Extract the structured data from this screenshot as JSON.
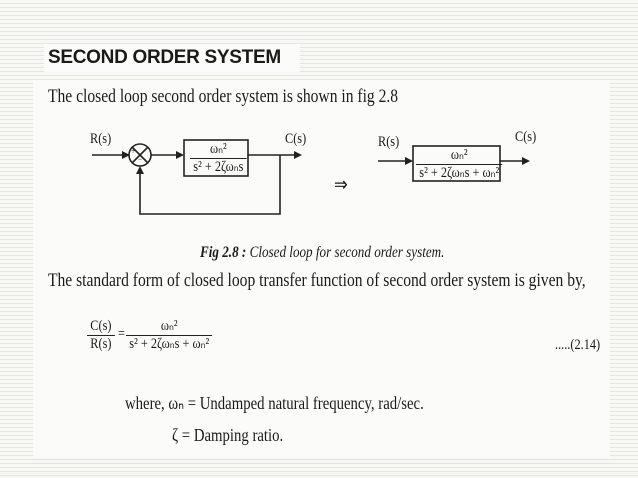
{
  "title": "SECOND ORDER SYSTEM",
  "intro": "The closed loop second order system is shown in fig 2.8",
  "figure": {
    "input_label": "R(s)",
    "output_label": "C(s)",
    "left_block": {
      "numerator": "ωₙ²",
      "denominator": "s² + 2ζωₙs"
    },
    "implies": "⇒",
    "right_block": {
      "numerator": "ωₙ²",
      "denominator": "s² + 2ζωₙs + ωₙ²"
    },
    "summing_signs": [
      "+",
      "−"
    ],
    "caption_bold": "Fig 2.8 :",
    "caption": "Closed loop for second order system."
  },
  "standard_form_text": "The standard form of closed loop transfer function of second order system is given by,",
  "equation": {
    "lhs_num": "C(s)",
    "lhs_den": "R(s)",
    "equals": "=",
    "rhs_num": "ωₙ²",
    "rhs_den": "s² + 2ζωₙs + ωₙ²",
    "number": ".....(2.14)"
  },
  "where": {
    "line1": "where, ωₙ = Undamped natural frequency, rad/sec.",
    "line2": "ζ = Damping ratio."
  }
}
